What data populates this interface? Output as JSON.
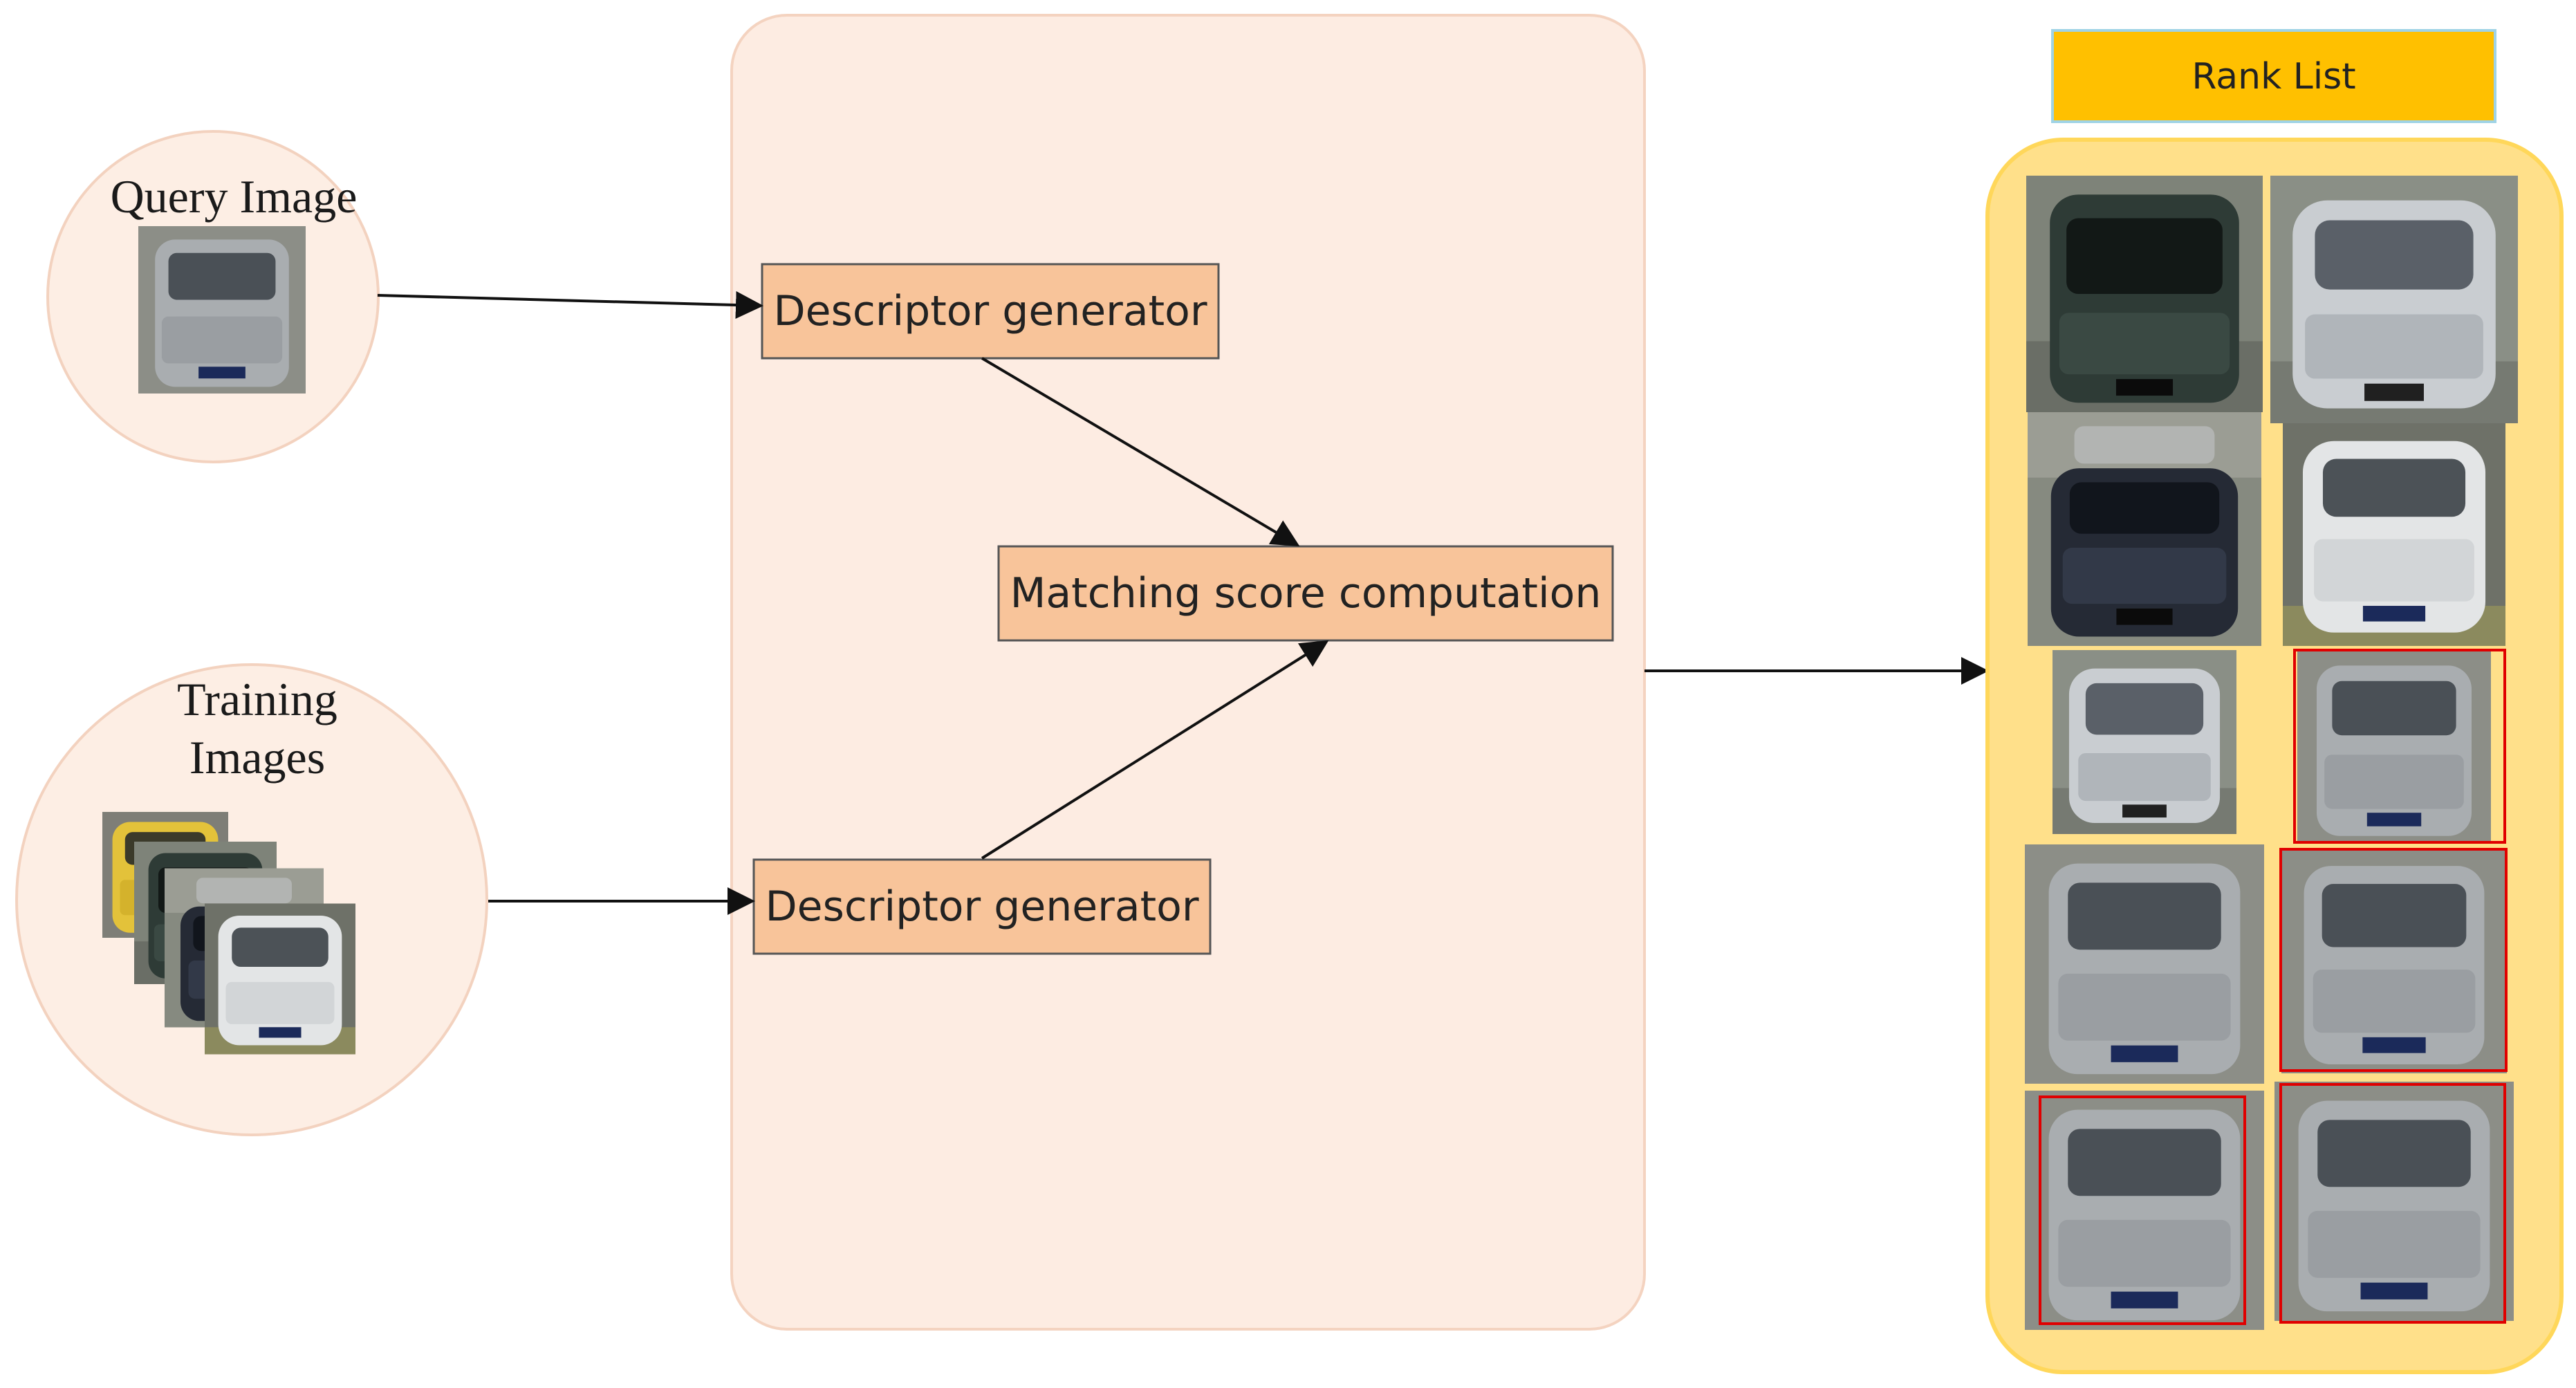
{
  "query": {
    "label": "Query Image"
  },
  "training": {
    "label_line1": "Training",
    "label_line2": "Images"
  },
  "process": {
    "descriptor_top": "Descriptor generator",
    "matching": "Matching score computation",
    "descriptor_bottom": "Descriptor generator"
  },
  "rank_list": {
    "title": "Rank List"
  },
  "colors": {
    "circle_fill": "#fdeee4",
    "panel_fill": "#fdece2",
    "box_fill": "#f8c49a",
    "rank_header_fill": "#ffc000",
    "rank_panel_fill": "#ffe08a",
    "match_box": "#e00000"
  }
}
